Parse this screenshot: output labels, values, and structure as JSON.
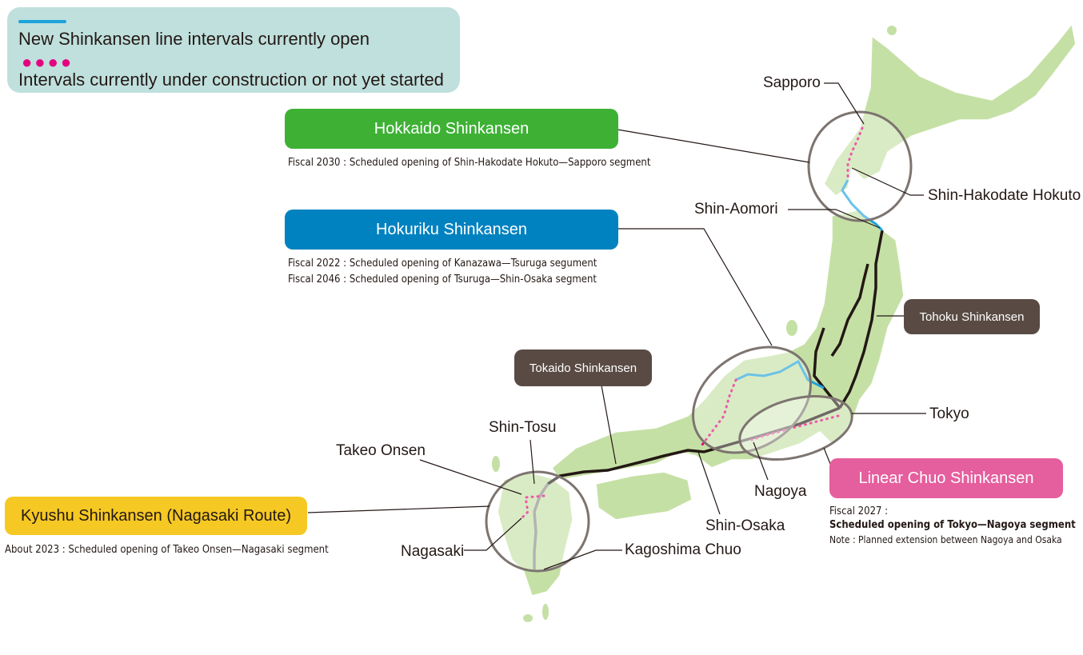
{
  "legend": {
    "open_label": "New Shinkansen line intervals currently open",
    "planned_label": "Intervals currently under construction or not yet started",
    "dots": "●●●●",
    "open_color": "#1ea2dc",
    "planned_color": "#e4007f"
  },
  "lines": {
    "hokkaido": {
      "name": "Hokkaido Shinkansen",
      "color": "#3eb135",
      "notes": [
        "Fiscal 2030 : Scheduled opening of Shin-Hakodate Hokuto—Sapporo segment"
      ]
    },
    "hokuriku": {
      "name": "Hokuriku Shinkansen",
      "color": "#0082c0",
      "notes": [
        "Fiscal 2022 : Scheduled opening of Kanazawa—Tsuruga segument",
        "Fiscal 2046 : Scheduled opening of Tsuruga—Shin-Osaka segment"
      ]
    },
    "tohoku": {
      "name": "Tohoku Shinkansen",
      "color": "#594b44"
    },
    "tokaido": {
      "name": "Tokaido Shinkansen",
      "color": "#594b44"
    },
    "linear_chuo": {
      "name": "Linear Chuo Shinkansen",
      "color": "#e55e9d",
      "notes": [
        "Fiscal 2027 :",
        "Scheduled opening of Tokyo—Nagoya segment",
        "Note : Planned extension between Nagoya and Osaka"
      ]
    },
    "kyushu": {
      "name": "Kyushu Shinkansen (Nagasaki Route)",
      "color": "#f5c823",
      "notes": [
        "About 2023 : Scheduled opening of Takeo Onsen—Nagasaki segment"
      ]
    }
  },
  "cities": {
    "sapporo": "Sapporo",
    "shin_hakodate_hokuto": "Shin-Hakodate Hokuto",
    "shin_aomori": "Shin-Aomori",
    "tokyo": "Tokyo",
    "nagoya": "Nagoya",
    "shin_osaka": "Shin-Osaka",
    "shin_tosu": "Shin-Tosu",
    "takeo_onsen": "Takeo Onsen",
    "nagasaki": "Nagasaki",
    "kagoshima_chuo": "Kagoshima Chuo"
  },
  "colors": {
    "land": "#c5e0a5",
    "land_light": "#e2efd2",
    "existing_line": "#231815",
    "circle": "#7d7470"
  }
}
